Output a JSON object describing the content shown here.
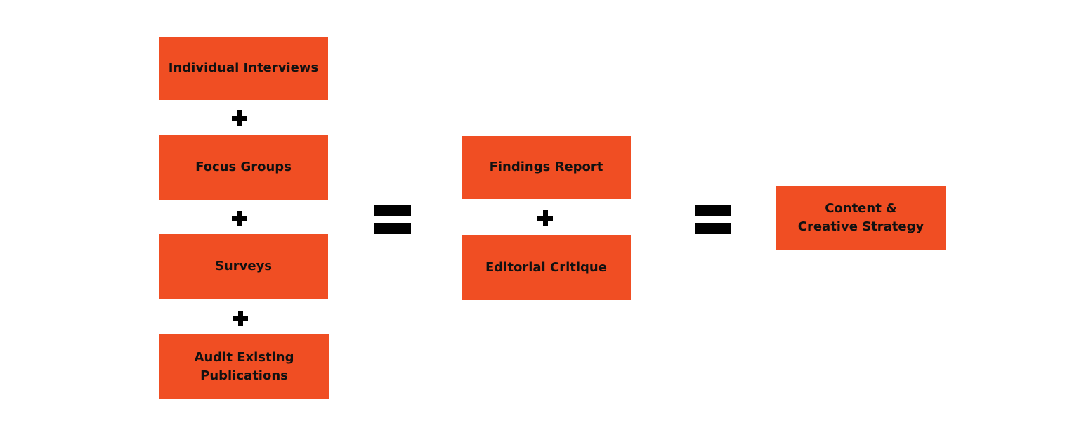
{
  "colors": {
    "box": "#F04E23",
    "operator": "#000000"
  },
  "inputs": [
    {
      "label": "Individual Interviews"
    },
    {
      "label": "Focus Groups"
    },
    {
      "label": "Surveys"
    },
    {
      "label": "Audit Existing\nPublications"
    }
  ],
  "outputs": [
    {
      "label": "Findings Report"
    },
    {
      "label": "Editorial Critique"
    }
  ],
  "result": {
    "label": "Content &\nCreative Strategy"
  }
}
